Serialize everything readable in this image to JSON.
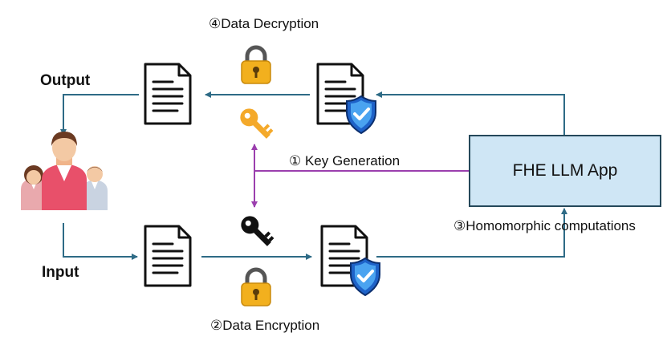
{
  "labels": {
    "output": "Output",
    "input": "Input",
    "decryption": "④Data Decryption",
    "encryption": "②Data Encryption",
    "key_generation": "① Key Generation",
    "homomorphic": "③Homomorphic computations",
    "app": "FHE LLM App"
  },
  "colors": {
    "flow_arrow": "#2e6b86",
    "key_arrow": "#9b3fae",
    "app_fill": "#cfe6f5",
    "lock": "#f2b01e",
    "shield": "#1e62c8",
    "public_key": "#f4a92a",
    "private_key": "#111111"
  },
  "icons": {
    "people": "people-group-icon",
    "document": "document-icon",
    "encrypted_document": "encrypted-document-icon",
    "lock": "padlock-icon",
    "public_key": "key-icon",
    "private_key": "key-icon"
  }
}
